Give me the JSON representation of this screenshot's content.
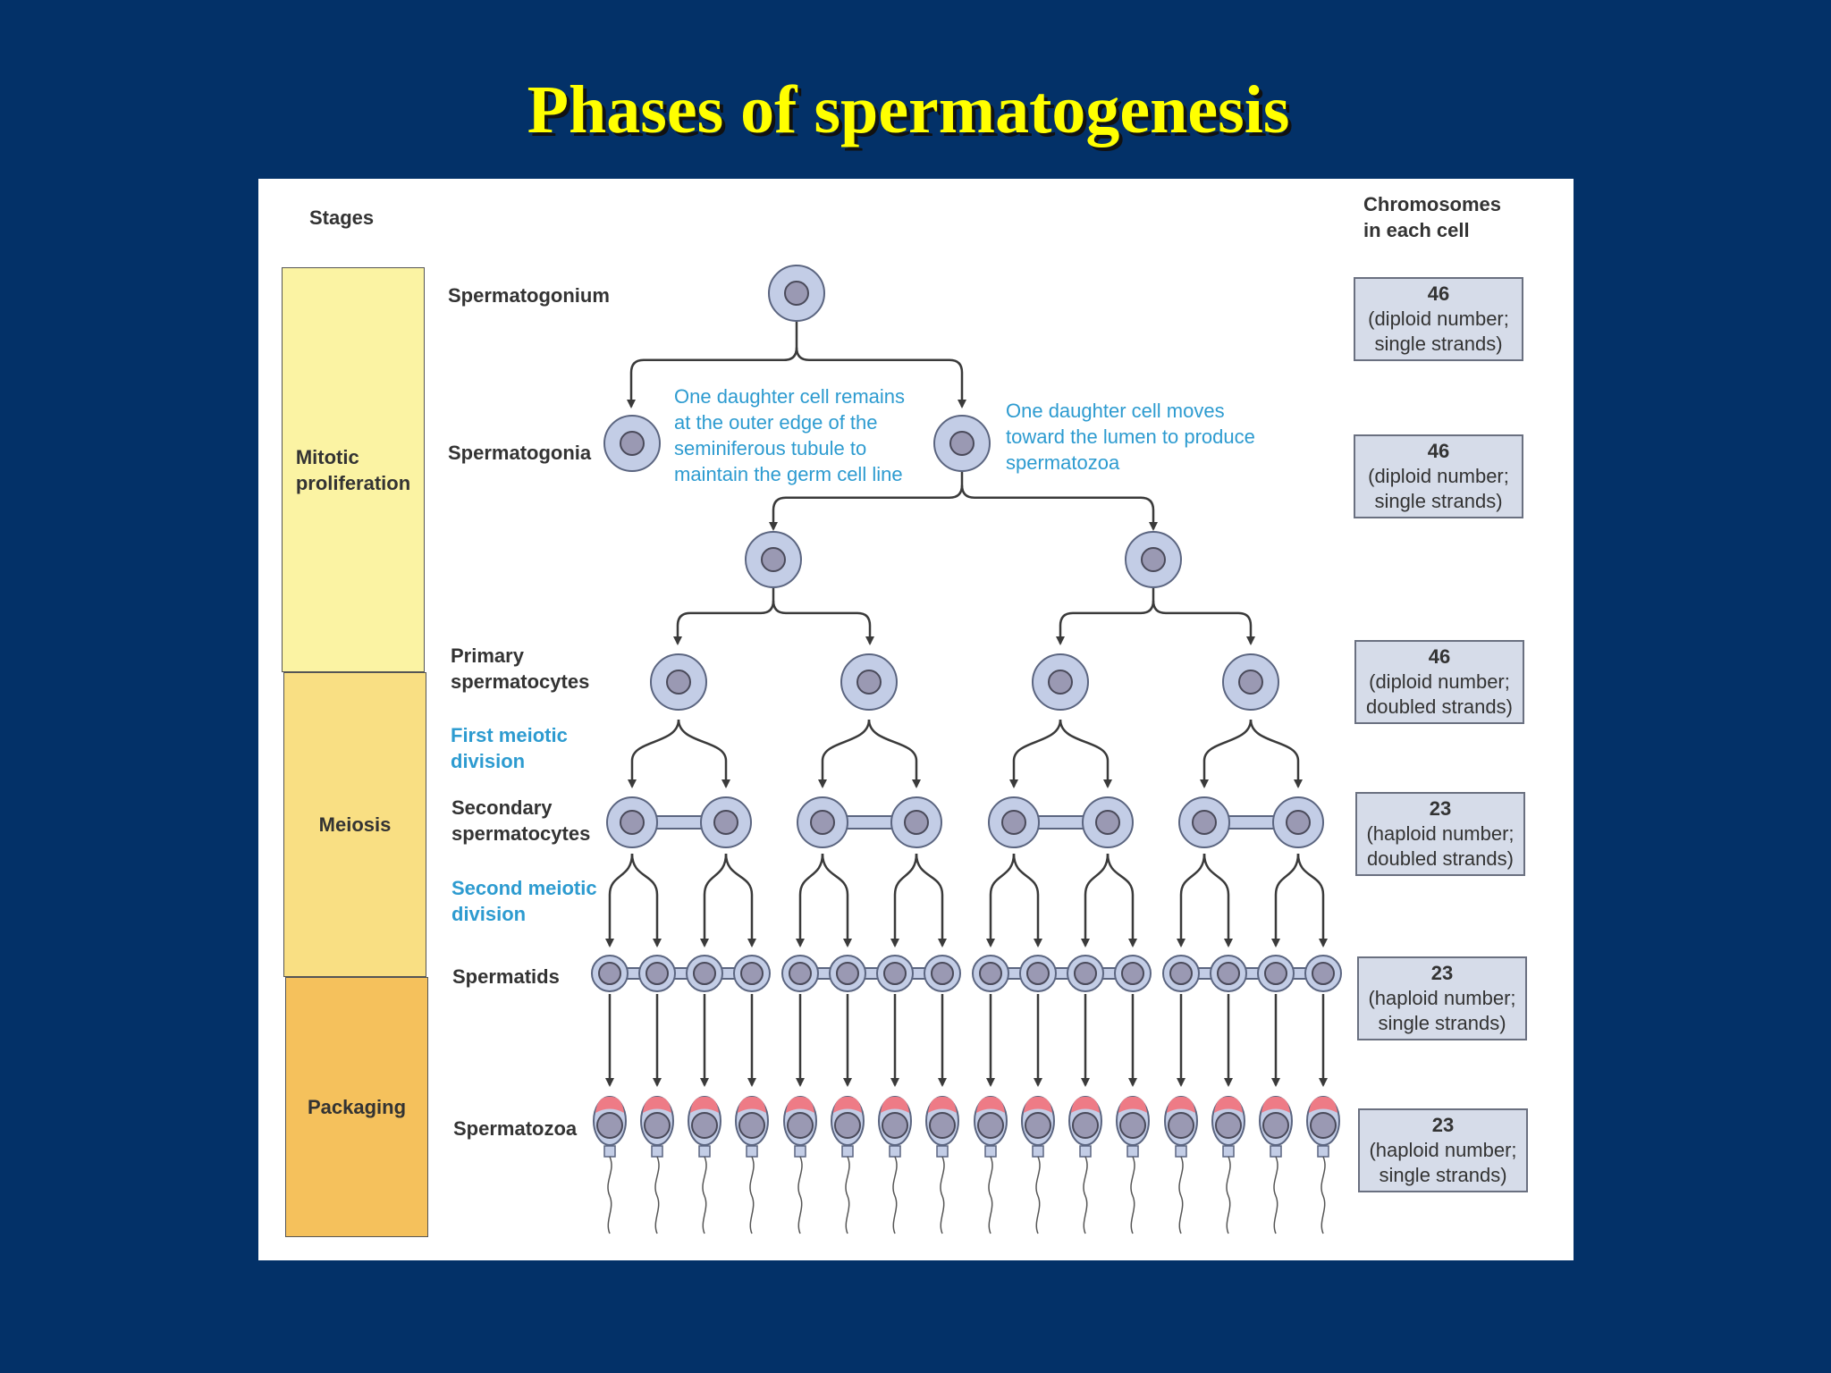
{
  "title": "Phases of spermatogenesis",
  "headers": {
    "stages": "Stages",
    "chromosomes": "Chromosomes\nin each cell"
  },
  "stages": [
    {
      "name": "Mitotic\nproliferation",
      "color": "#fbf3a3"
    },
    {
      "name": "Meiosis",
      "color": "#f9df83"
    },
    {
      "name": "Packaging",
      "color": "#f5c15c"
    }
  ],
  "cell_labels": {
    "spermatogonium": "Spermatogonium",
    "spermatogonia": "Spermatogonia",
    "primary": "Primary\nspermatocytes",
    "first_meiotic": "First meiotic\ndivision",
    "secondary": "Secondary\nspermatocytes",
    "second_meiotic": "Second meiotic\ndivision",
    "spermatids": "Spermatids",
    "spermatozoa": "Spermatozoa"
  },
  "notes": {
    "left": "One daughter cell remains\nat the outer edge of the\nseminiferous tubule to\nmaintain the germ cell line",
    "right": "One daughter cell moves\ntoward the lumen to produce\nspermatozoa"
  },
  "chromosomes": [
    {
      "number": "46",
      "desc": "(diploid number;\nsingle strands)"
    },
    {
      "number": "46",
      "desc": "(diploid number;\nsingle strands)"
    },
    {
      "number": "46",
      "desc": "(diploid number;\ndoubled strands)"
    },
    {
      "number": "23",
      "desc": "(haploid number;\ndoubled strands)"
    },
    {
      "number": "23",
      "desc": "(haploid number;\nsingle strands)"
    },
    {
      "number": "23",
      "desc": "(haploid number;\nsingle strands)"
    }
  ],
  "colors": {
    "cell_outer": "#c3cde6",
    "cell_nucleus": "#9a99b3",
    "acrosome": "#ee7b86",
    "arrow": "#3a3a3a"
  }
}
